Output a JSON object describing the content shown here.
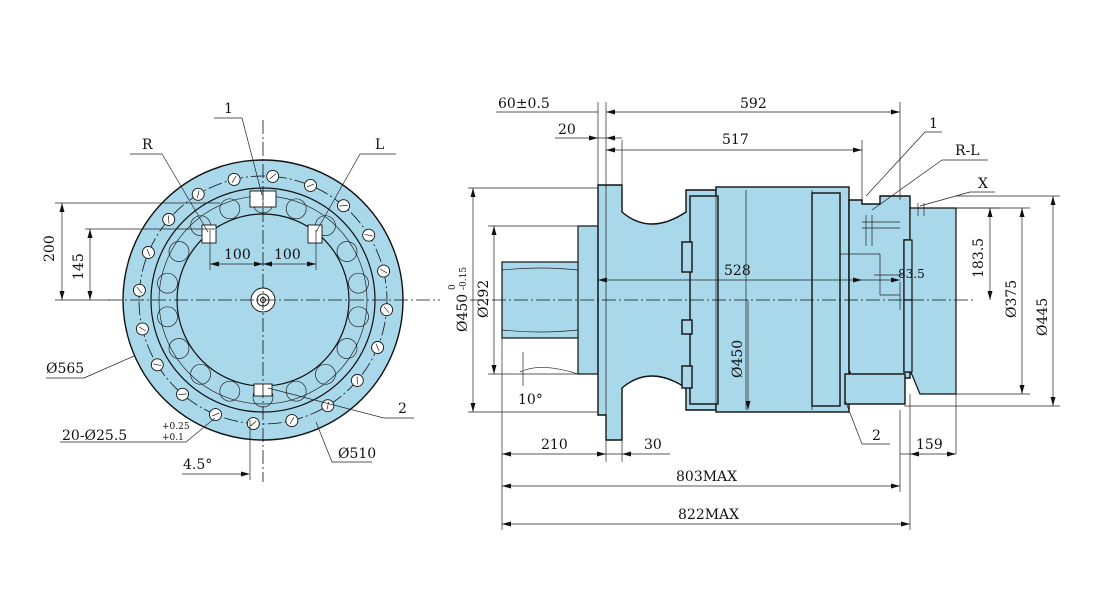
{
  "front_view": {
    "callout_1": "1",
    "callout_R": "R",
    "callout_L": "L",
    "callout_2": "2",
    "dim_200": "200",
    "dim_145": "145",
    "dim_100_left": "100",
    "dim_100_right": "100",
    "dim_565": "Ø565",
    "holes_main": "20-Ø25.5",
    "holes_tol_upper": "+0.25",
    "holes_tol_lower": "+0.1",
    "dim_510": "Ø510",
    "dim_angle": "4.5°"
  },
  "side_view": {
    "dim_60": "60±0.5",
    "dim_592": "592",
    "dim_20": "20",
    "dim_517": "517",
    "callout_1": "1",
    "callout_RL": "R-L",
    "callout_X": "X",
    "dim_528": "528",
    "dim_83_5": "83.5",
    "dim_183_5": "183.5",
    "dim_375": "Ø375",
    "dim_445": "Ø445",
    "dim_450_pilot": "Ø450",
    "dim_450_tol_upper": "0",
    "dim_450_tol_lower": "-0.15",
    "dim_292": "Ø292",
    "dim_450_body": "Ø450",
    "dim_angle_10": "10°",
    "dim_210": "210",
    "dim_30": "30",
    "callout_2": "2",
    "dim_159": "159",
    "dim_803": "803MAX",
    "dim_822": "822MAX"
  }
}
